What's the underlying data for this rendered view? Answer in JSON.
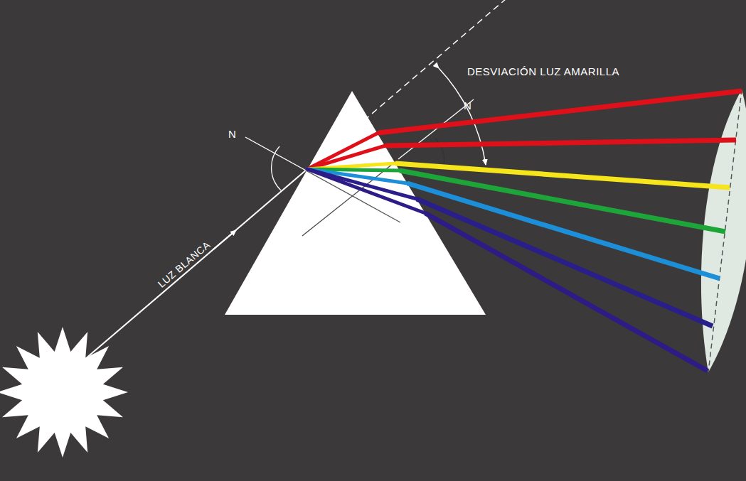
{
  "diagram": {
    "labels": [
      "DESVIACIÓN LUZ AMARILLA",
      "N",
      "N",
      "LUZ BLANCA"
    ]
  }
}
